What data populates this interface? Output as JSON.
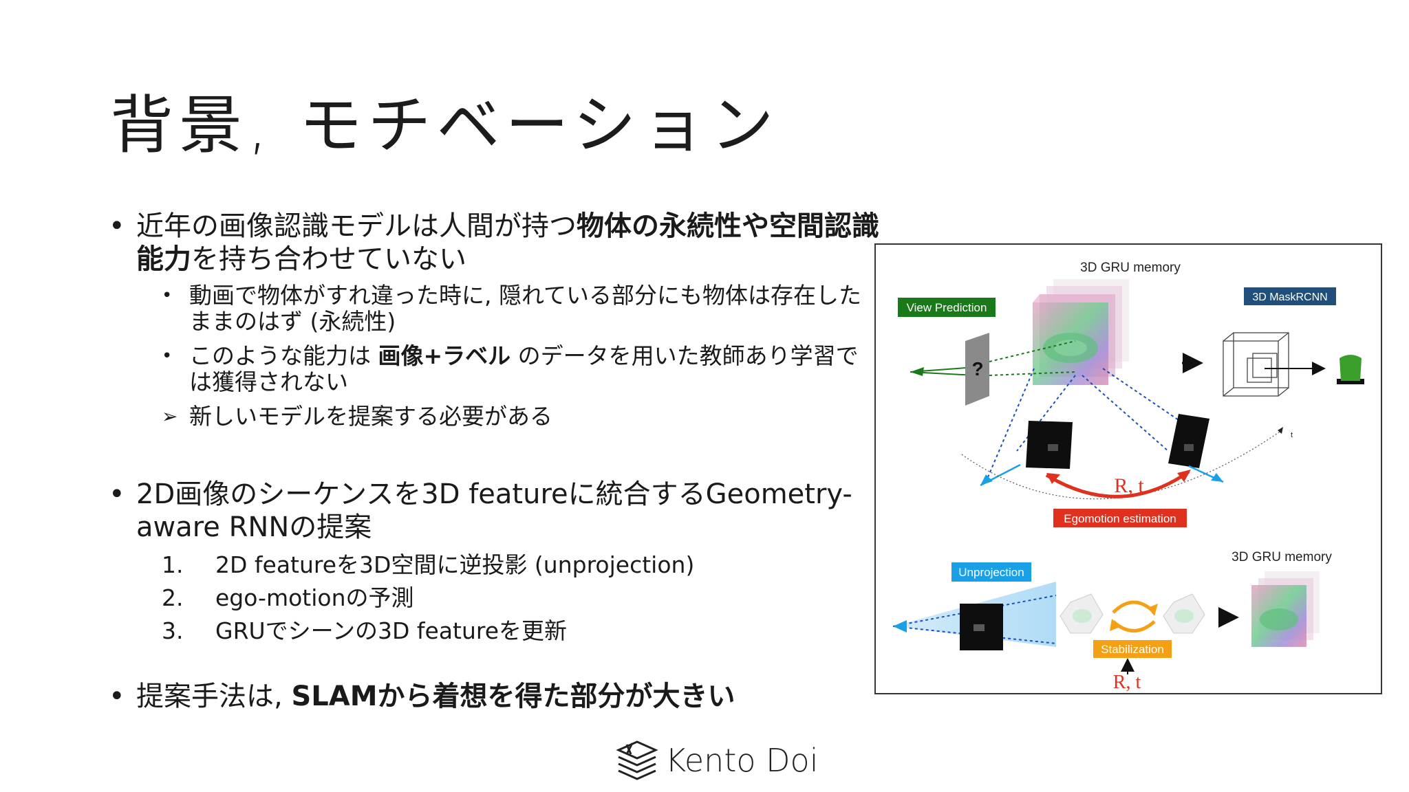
{
  "title": "背景, モチベーション",
  "bullets": [
    {
      "pre": "近年の画像認識モデルは人間が持つ",
      "strong": "物体の永続性や空間認識能力",
      "post": "を持ち合わせていない",
      "subs": [
        {
          "text": "動画で物体がすれ違った時に, 隠れている部分にも物体は存在したままのはず (永続性)"
        },
        {
          "pre": "このような能力は ",
          "strong": "画像+ラベル",
          "post": " のデータを用いた教師あり学習では獲得されない"
        }
      ],
      "arrow": "新しいモデルを提案する必要がある"
    },
    {
      "text": "2D画像のシーケンスを3D featureに統合するGeometry-aware RNNの提案",
      "numbered": [
        {
          "n": "1.",
          "text": "2D featureを3D空間に逆投影 (unprojection)"
        },
        {
          "n": "2.",
          "text": "ego-motionの予測"
        },
        {
          "n": "3.",
          "text": "GRUでシーンの3D featureを更新"
        }
      ]
    },
    {
      "pre": "提案手法は, ",
      "strong": "SLAMから着想を得た部分が大きい"
    }
  ],
  "figure": {
    "memory_top": "3D GRU memory",
    "view_prediction": "View Prediction",
    "maskrcnn": "3D MaskRCNN",
    "question": "?",
    "t_label": "t",
    "rt_top": "R, t",
    "egomotion": "Egomotion estimation",
    "unprojection": "Unprojection",
    "memory_bottom": "3D GRU memory",
    "stabilization": "Stabilization",
    "rt_bottom": "R, t",
    "colors": {
      "view_prediction": "#1a7a1a",
      "maskrcnn": "#1f4f7a",
      "egomotion": "#e0301e",
      "unprojection": "#1aa0e6",
      "stabilization": "#f5a014"
    }
  },
  "logo": {
    "text": "Kento Doi",
    "icon": "cube-logo-icon"
  }
}
